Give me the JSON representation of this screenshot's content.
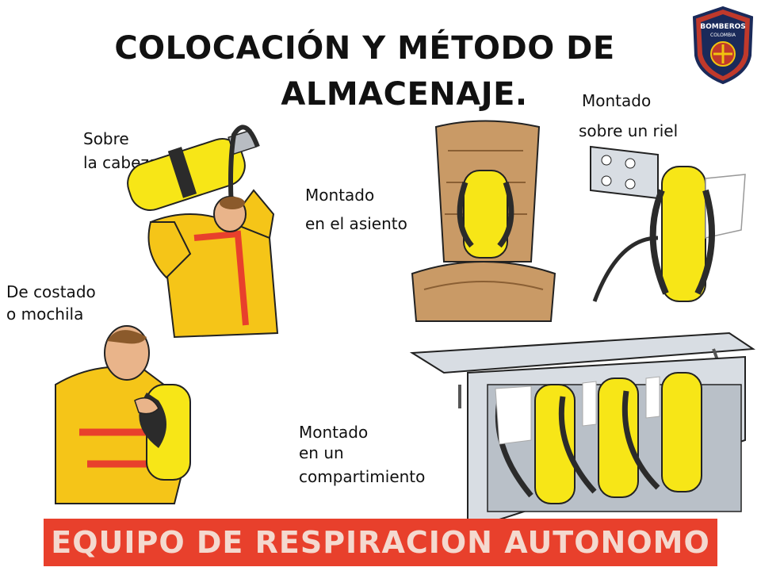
{
  "title": {
    "line1": "COLOCACIÓN Y MÉTODO DE",
    "line2": "ALMACENAJE."
  },
  "logo": {
    "text_top": "BOMBEROS",
    "text_bottom": "COLOMBIA",
    "icon": "firefighter-shield-badge"
  },
  "labels": {
    "overhead": [
      "Sobre",
      "la cabeza"
    ],
    "side": [
      "De costado",
      "o mochila"
    ],
    "seat": [
      "Montado",
      "en el asiento"
    ],
    "rail": [
      "Montado",
      "sobre un riel"
    ],
    "compartment": [
      "Montado",
      "en un",
      "compartimiento"
    ]
  },
  "banner": {
    "text": "EQUIPO DE RESPIRACION AUTONOMO"
  },
  "colors": {
    "banner": "#e8402c",
    "cylinder_yellow": "#f7e617",
    "coat_yellow": "#f5c518",
    "stripe_red": "#e8402c",
    "seat_tan": "#c99a66"
  }
}
